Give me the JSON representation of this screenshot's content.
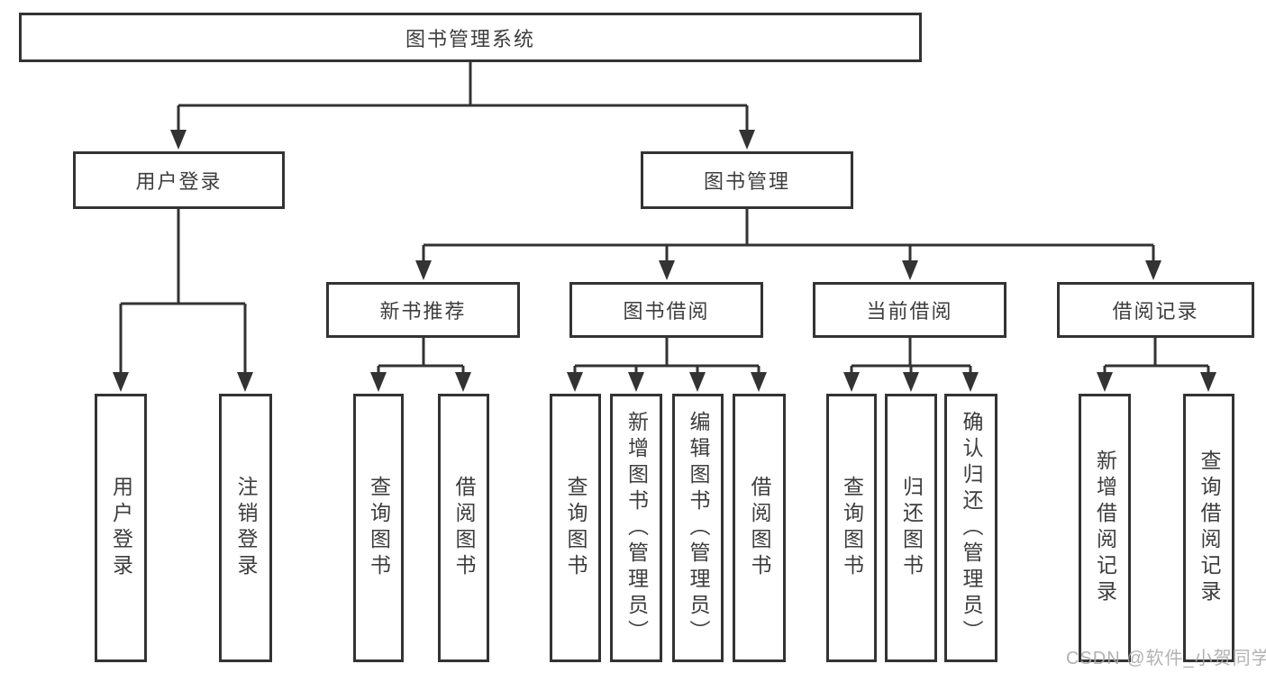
{
  "diagram": {
    "root": {
      "label": "图书管理系统"
    },
    "level2": [
      {
        "label": "用户登录"
      },
      {
        "label": "图书管理"
      }
    ],
    "level3": [
      {
        "label": "新书推荐"
      },
      {
        "label": "图书借阅"
      },
      {
        "label": "当前借阅"
      },
      {
        "label": "借阅记录"
      }
    ],
    "leaves": [
      {
        "label": "用户登录"
      },
      {
        "label": "注销登录"
      },
      {
        "label": "查询图书"
      },
      {
        "label": "借阅图书"
      },
      {
        "label": "查询图书"
      },
      {
        "label": "新增图书（管理员）"
      },
      {
        "label": "编辑图书（管理员）"
      },
      {
        "label": "借阅图书"
      },
      {
        "label": "查询图书"
      },
      {
        "label": "归还图书"
      },
      {
        "label": "确认归还（管理员）"
      },
      {
        "label": "新增借阅记录"
      },
      {
        "label": "查询借阅记录"
      }
    ]
  },
  "watermark": {
    "text": "CSDN @软件_小贺同学"
  },
  "colors": {
    "line": "#333333",
    "text": "#3d3d3d",
    "watermark": "#a8a8a8",
    "background": "#ffffff"
  }
}
